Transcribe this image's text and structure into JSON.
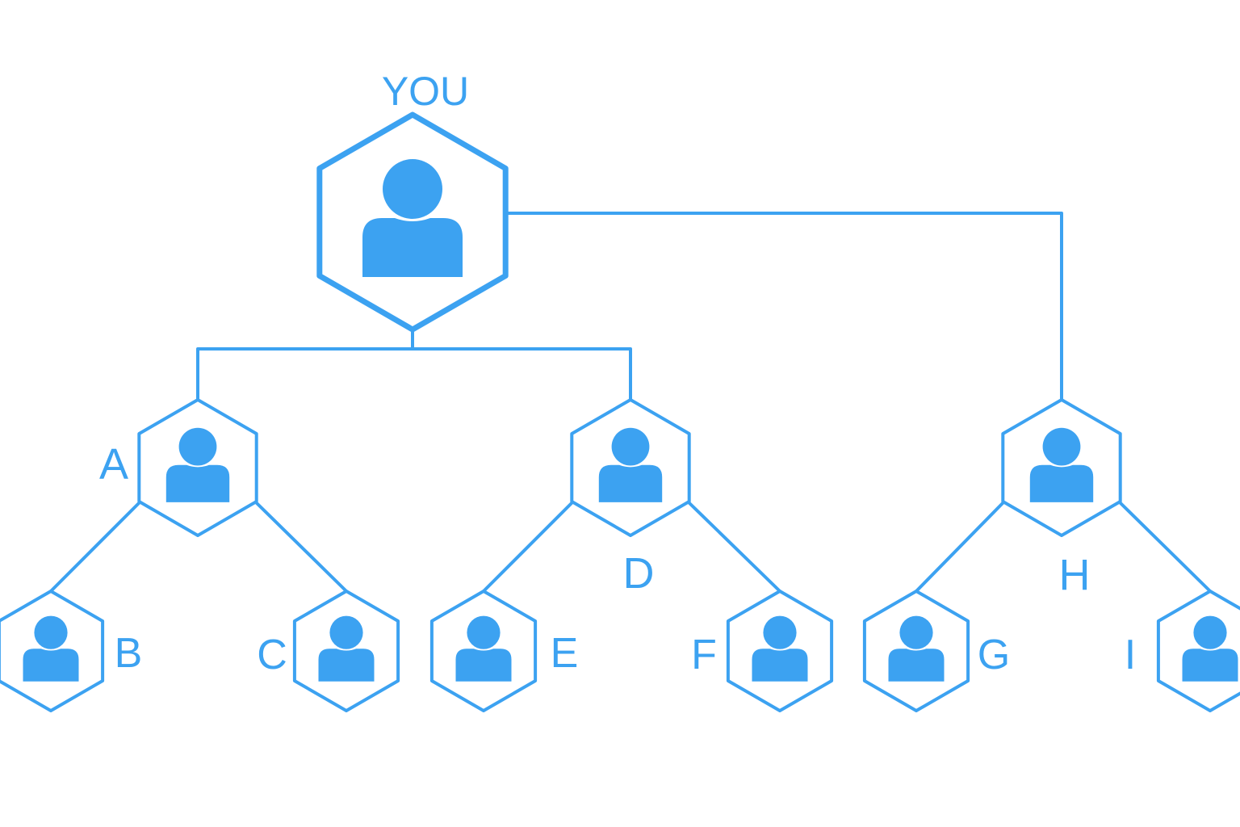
{
  "accent_color": "#3ca2f1",
  "background_color": "#ffffff",
  "nodes": [
    {
      "id": "you",
      "label": "YOU",
      "icon": "person-icon"
    },
    {
      "id": "a",
      "label": "A",
      "icon": "person-icon"
    },
    {
      "id": "d",
      "label": "D",
      "icon": "person-icon"
    },
    {
      "id": "h",
      "label": "H",
      "icon": "person-icon"
    },
    {
      "id": "b",
      "label": "B",
      "icon": "person-icon"
    },
    {
      "id": "c",
      "label": "C",
      "icon": "person-icon"
    },
    {
      "id": "e",
      "label": "E",
      "icon": "person-icon"
    },
    {
      "id": "f",
      "label": "F",
      "icon": "person-icon"
    },
    {
      "id": "g",
      "label": "G",
      "icon": "person-icon"
    },
    {
      "id": "i",
      "label": "I",
      "icon": "person-icon"
    }
  ],
  "edges": [
    {
      "from": "you",
      "to": "a"
    },
    {
      "from": "you",
      "to": "d"
    },
    {
      "from": "you",
      "to": "h"
    },
    {
      "from": "a",
      "to": "b"
    },
    {
      "from": "a",
      "to": "c"
    },
    {
      "from": "d",
      "to": "e"
    },
    {
      "from": "d",
      "to": "f"
    },
    {
      "from": "h",
      "to": "g"
    },
    {
      "from": "h",
      "to": "i"
    }
  ]
}
